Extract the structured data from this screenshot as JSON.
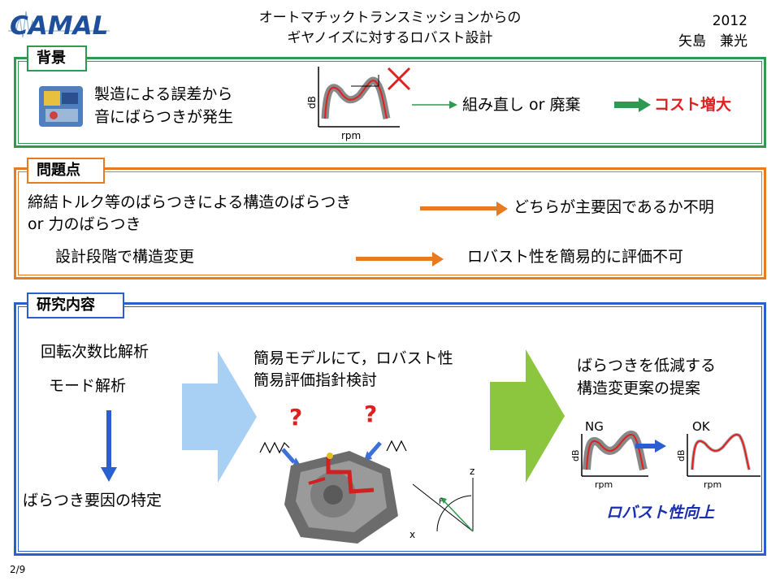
{
  "header": {
    "logo_text": "CAMAL",
    "title_line1": "オートマチックトランスミッションからの",
    "title_line2": "ギヤノイズに対するロバスト設計",
    "year": "2012",
    "author": "矢島　兼光"
  },
  "background": {
    "tag": "背景",
    "text_line1": "製造による誤差から",
    "text_line2": "音にばらつきが発生",
    "graph_ylabel": "dB",
    "graph_xlabel": "rpm",
    "result1": "組み直し or 廃棄",
    "result2": "コスト増大"
  },
  "problems": {
    "tag": "問題点",
    "line1a": "締結トルク等のばらつきによる構造のばらつき",
    "line1b": "or 力のばらつき",
    "result1": "どちらが主要因であるか不明",
    "line2": "設計段階で構造変更",
    "result2": "ロバスト性を簡易的に評価不可"
  },
  "research": {
    "tag": "研究内容",
    "item1": "回転次数比解析",
    "item2": "モード解析",
    "item3": "ばらつき要因の特定",
    "middle_line1": "簡易モデルにて，ロバスト性",
    "middle_line2": "簡易評価指針検討",
    "right_line1": "ばらつきを低減する",
    "right_line2": "構造変更案の提案",
    "ng_label": "NG",
    "ok_label": "OK",
    "graph_ylabel": "dB",
    "graph_xlabel": "rpm",
    "question_mark": "?",
    "axis_z": "z",
    "axis_x": "x",
    "axis_f": "F",
    "conclusion": "ロバスト性向上"
  },
  "footer": {
    "page": "2/9"
  }
}
